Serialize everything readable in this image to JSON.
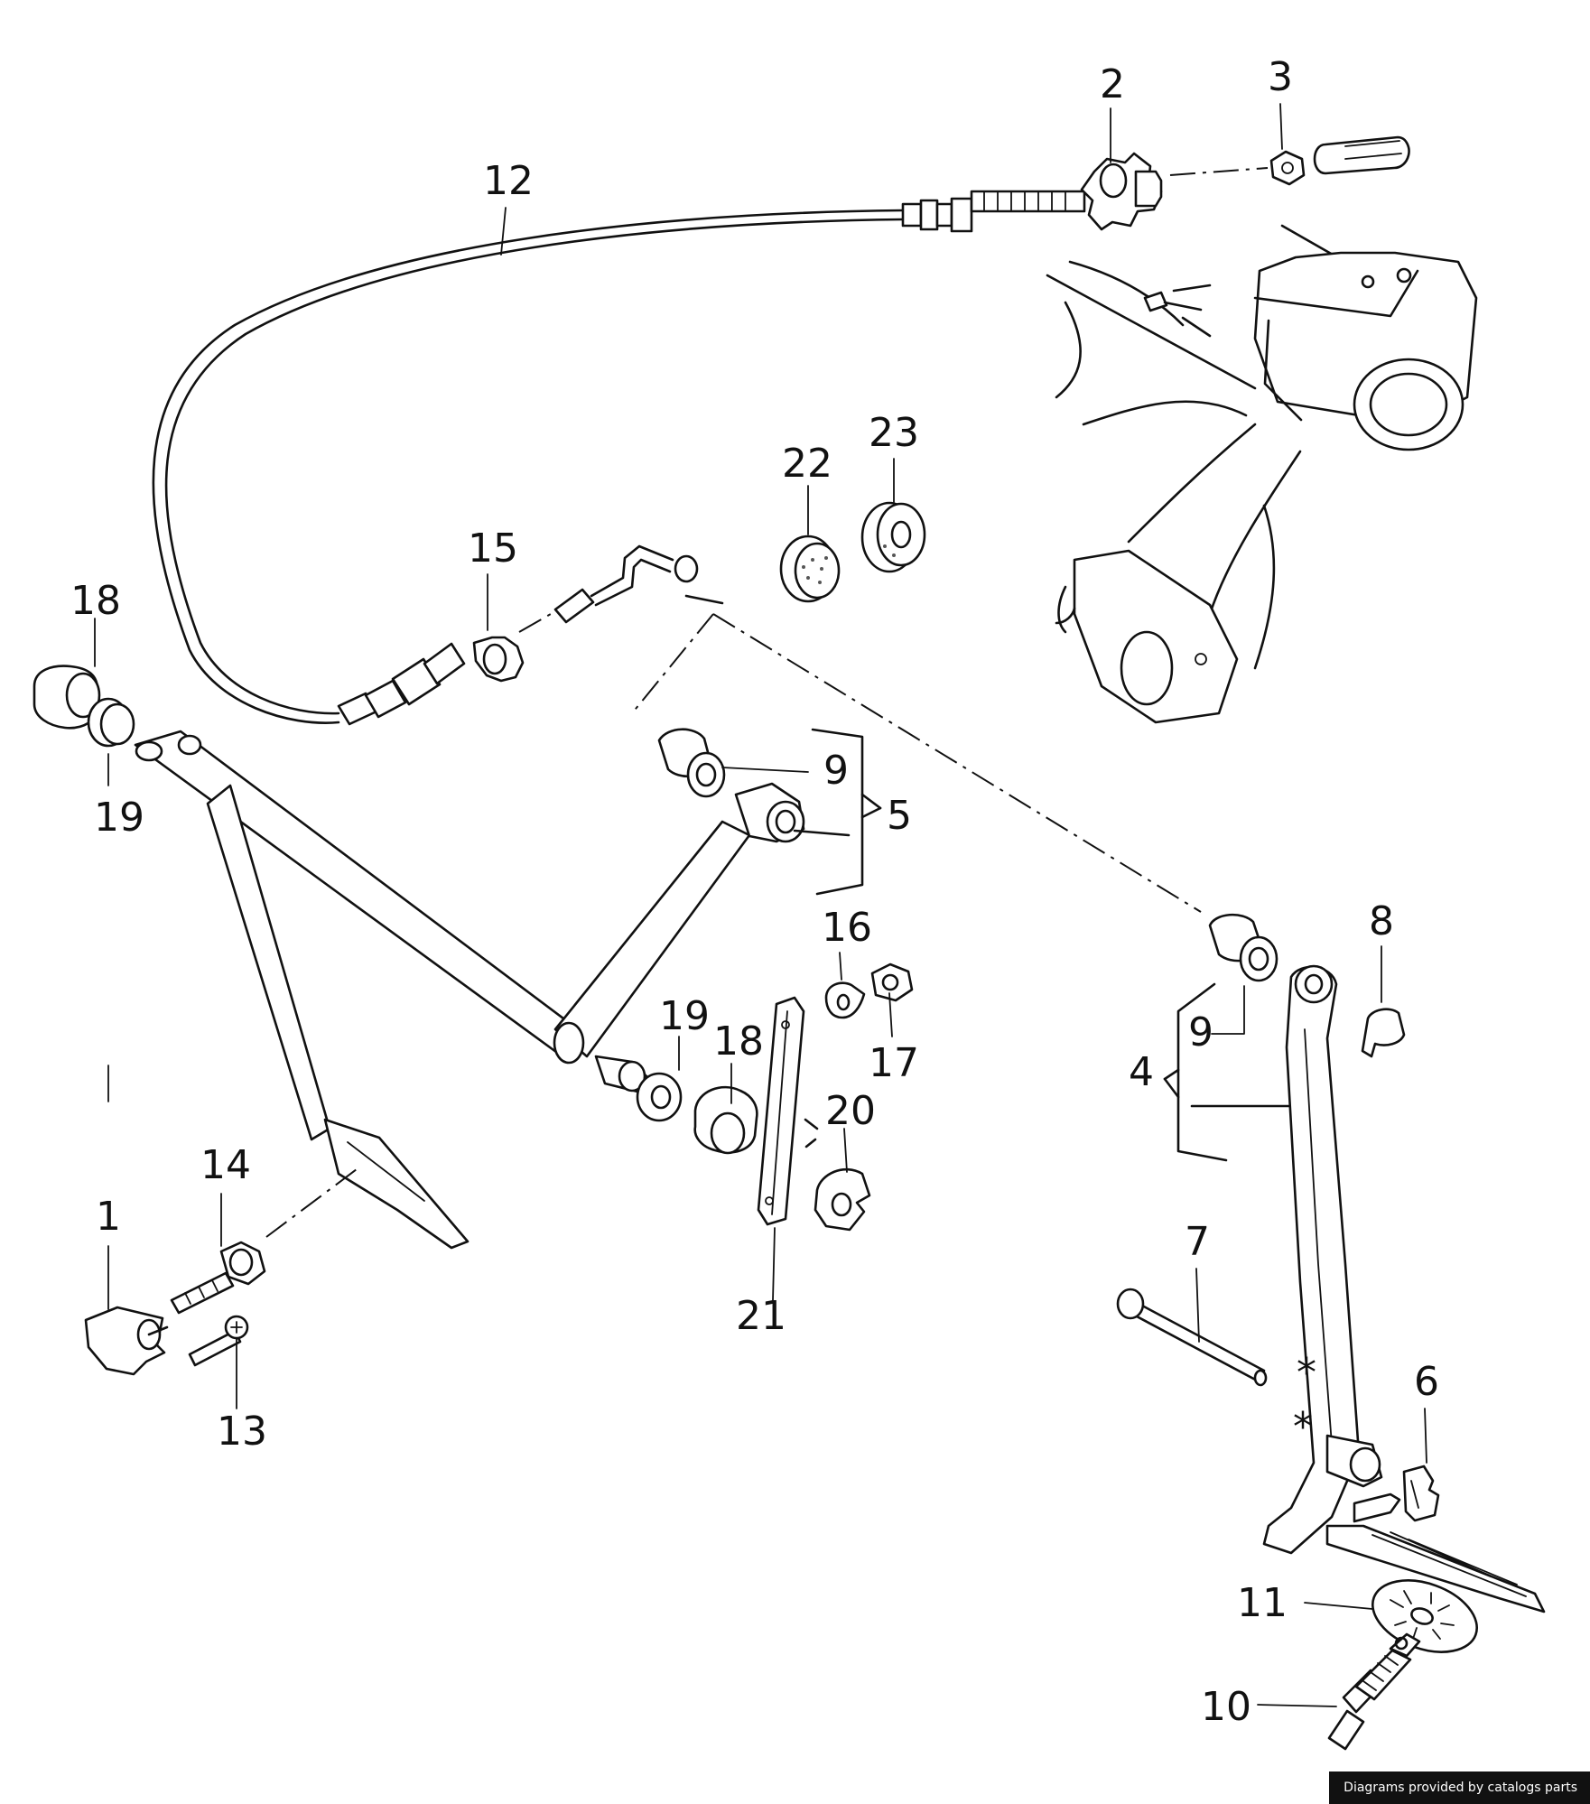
{
  "labels": {
    "l1": "1",
    "l2": "2",
    "l3": "3",
    "l4": "4",
    "l5": "5",
    "l6": "6",
    "l7": "7",
    "l8": "8",
    "l9a": "9",
    "l9b": "9",
    "l10": "10",
    "l11": "11",
    "l12": "12",
    "l13": "13",
    "l14": "14",
    "l15": "15",
    "l16": "16",
    "l17": "17",
    "l18a": "18",
    "l18b": "18",
    "l19a": "19",
    "l19b": "19",
    "l20": "20",
    "l21": "21",
    "l22": "22",
    "l23": "23"
  },
  "credit": "Diagrams provided by catalogs parts"
}
